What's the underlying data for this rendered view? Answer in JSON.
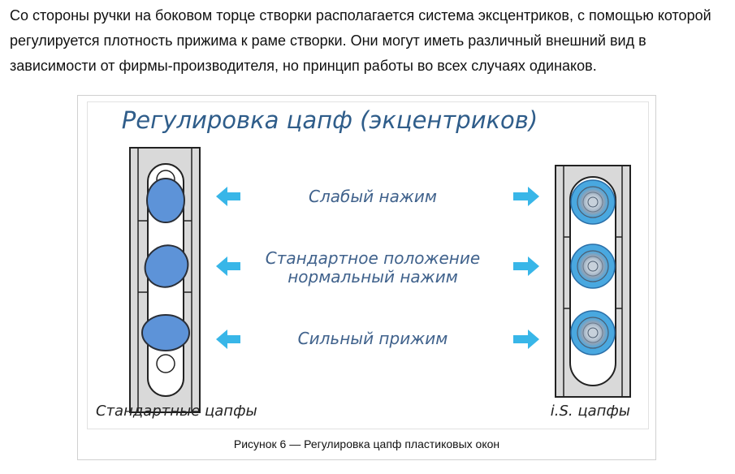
{
  "paragraph": "Со стороны ручки на боковом торце створки располагается система эксцентриков, с помощью которой регулируется плотность прижима к раме створки. Они могут иметь различный внешний вид в зависимости от фирмы-производителя, но принцип работы во всех случаях одинаков.",
  "figure": {
    "title": "Регулировка цапф (экцентриков)",
    "labels": {
      "weak": "Слабый нажим",
      "standard_line1": "Стандартное положение",
      "standard_line2": "нормальный нажим",
      "strong": "Сильный прижим"
    },
    "left_caption": "Стандартные цапфы",
    "right_caption": "i.S. цапфы",
    "caption": "Рисунок 6 — Регулировка цапф пластиковых окон"
  },
  "colors": {
    "title": "#2f5d8a",
    "label_text": "#40628c",
    "arrow": "#38b6e8",
    "cam_fill": "#5d93d8",
    "cam_stroke": "#2a2f38",
    "profile_fill": "#d9d9d9",
    "bolt_blue": "#49a8e0"
  },
  "icons": [
    "arrow-left-icon",
    "arrow-right-icon",
    "standard-cam-icon",
    "is-cam-icon"
  ]
}
